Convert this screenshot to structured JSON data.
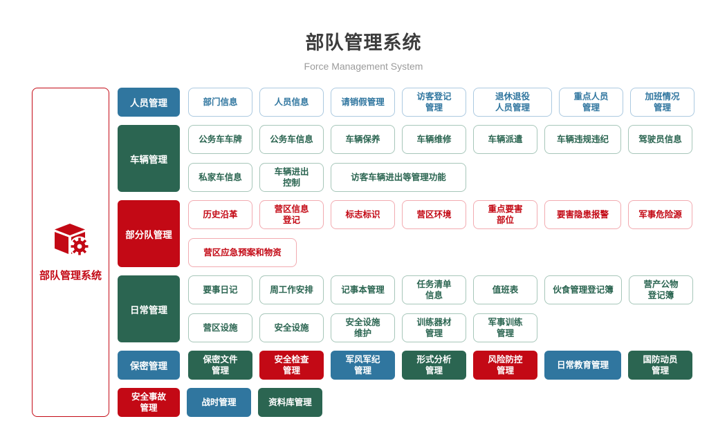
{
  "page": {
    "title": "部队管理系统",
    "subtitle": "Force Management System"
  },
  "root": {
    "label": "部队管理系统",
    "icon": "cube-gear-icon"
  },
  "colors": {
    "blue": "#30769f",
    "green": "#2b6551",
    "red": "#c30915",
    "blue_border": "#abc9e0",
    "green_border": "#a6c6b9",
    "red_border": "#f2aab0",
    "title_text": "#3c3c3c",
    "subtitle_text": "#9b9b9b"
  },
  "rows": [
    {
      "category": {
        "id": "personnel-management",
        "label": "人员管理",
        "color": "blue"
      },
      "item_style": "outline",
      "item_color": "blue",
      "lines": [
        [
          {
            "label": "部门信息"
          },
          {
            "label": "人员信息"
          },
          {
            "label": "请销假管理"
          },
          {
            "label": "访客登记\n管理"
          },
          {
            "label": "退休退役\n人员管理",
            "w": 114
          },
          {
            "label": "重点人员\n管理"
          },
          {
            "label": "加班情况\n管理"
          }
        ]
      ]
    },
    {
      "category": {
        "id": "vehicle-management",
        "label": "车辆管理",
        "color": "green"
      },
      "item_style": "outline",
      "item_color": "green",
      "lines": [
        [
          {
            "label": "公务车车牌"
          },
          {
            "label": "公务车信息"
          },
          {
            "label": "车辆保养"
          },
          {
            "label": "车辆维修"
          },
          {
            "label": "车辆派遣"
          },
          {
            "label": "车辆违规违纪",
            "w": 111
          },
          {
            "label": "驾驶员信息"
          }
        ],
        [
          {
            "label": "私家车信息"
          },
          {
            "label": "车辆进出\n控制"
          },
          {
            "label": "访客车辆进出等管理功能",
            "w": 196
          }
        ]
      ]
    },
    {
      "category": {
        "id": "subunit-management",
        "label": "部分队管理",
        "color": "red"
      },
      "item_style": "outline",
      "item_color": "red",
      "lines": [
        [
          {
            "label": "历史沿革"
          },
          {
            "label": "营区信息\n登记"
          },
          {
            "label": "标志标识"
          },
          {
            "label": "营区环境"
          },
          {
            "label": "重点要害\n部位"
          },
          {
            "label": "要害隐患报警",
            "w": 111
          },
          {
            "label": "军事危险源"
          }
        ],
        [
          {
            "label": "营区应急预案和物资",
            "w": 157
          }
        ]
      ]
    },
    {
      "category": {
        "id": "daily-management",
        "label": "日常管理",
        "color": "green"
      },
      "item_style": "outline",
      "item_color": "green",
      "lines": [
        [
          {
            "label": "要事日记"
          },
          {
            "label": "周工作安排"
          },
          {
            "label": "记事本管理"
          },
          {
            "label": "任务清单\n信息"
          },
          {
            "label": "值班表"
          },
          {
            "label": "伙食管理登记簿",
            "w": 112
          },
          {
            "label": "营产公物\n登记簿"
          }
        ],
        [
          {
            "label": "营区设施"
          },
          {
            "label": "安全设施"
          },
          {
            "label": "安全设施\n维护"
          },
          {
            "label": "训练器材\n管理"
          },
          {
            "label": "军事训练\n管理"
          }
        ]
      ]
    },
    {
      "category": {
        "id": "secrecy-management",
        "label": "保密管理",
        "color": "blue"
      },
      "item_style": "solid",
      "lines": [
        [
          {
            "label": "保密文件\n管理",
            "color": "green"
          },
          {
            "label": "安全检查\n管理",
            "color": "red"
          },
          {
            "label": "军风军纪\n管理",
            "color": "blue"
          },
          {
            "label": "形式分析\n管理",
            "color": "green"
          },
          {
            "label": "风险防控\n管理",
            "color": "red"
          },
          {
            "label": "日常教育管理",
            "color": "blue",
            "w": 111
          },
          {
            "label": "国防动员\n管理",
            "color": "green"
          }
        ]
      ]
    },
    {
      "category": null,
      "item_style": "solid",
      "lines": [
        [
          {
            "label": "安全事故\n管理",
            "color": "red",
            "w": 90
          },
          {
            "label": "战时管理",
            "color": "blue"
          },
          {
            "label": "资料库管理",
            "color": "green"
          }
        ]
      ]
    }
  ]
}
